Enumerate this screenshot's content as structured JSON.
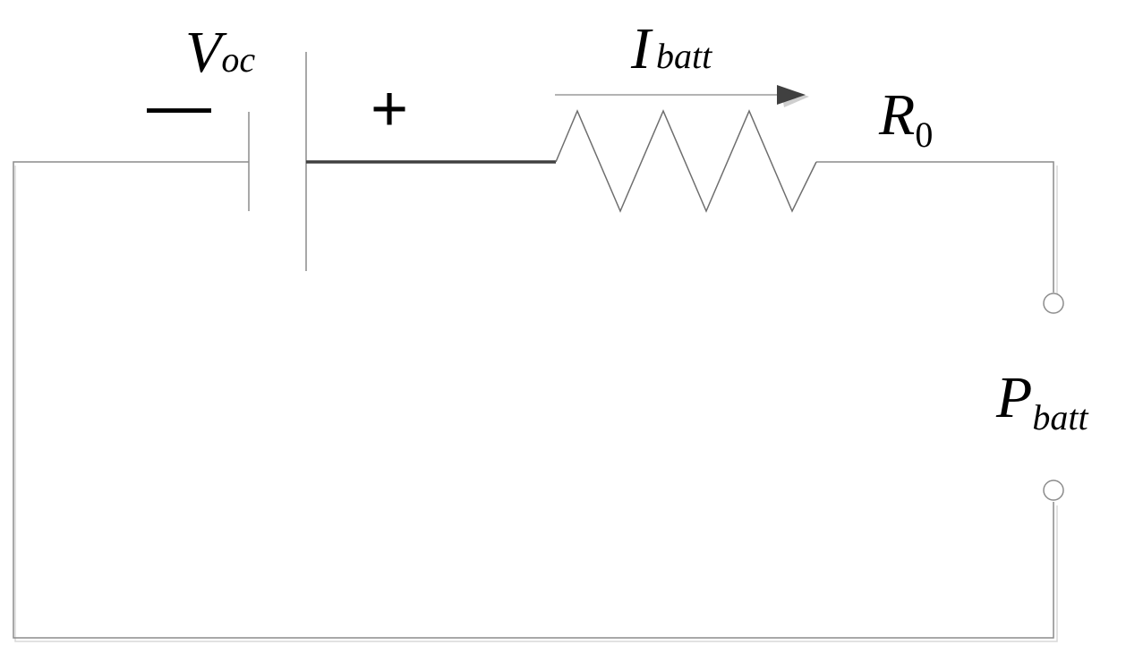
{
  "labels": {
    "voltage": {
      "symbol": "V",
      "subscript": "oc"
    },
    "current": {
      "symbol": "I",
      "subscript": "batt"
    },
    "resistance": {
      "symbol": "R",
      "subscript": "0"
    },
    "power": {
      "symbol": "P",
      "subscript": "batt"
    }
  },
  "signs": {
    "negative": "—",
    "positive": "+"
  },
  "colors": {
    "wire": "#8c8c8c",
    "wire_shadow": "#d0d0d0",
    "battery_lead": "#404040",
    "arrow": "#404040",
    "text": "#000000"
  }
}
